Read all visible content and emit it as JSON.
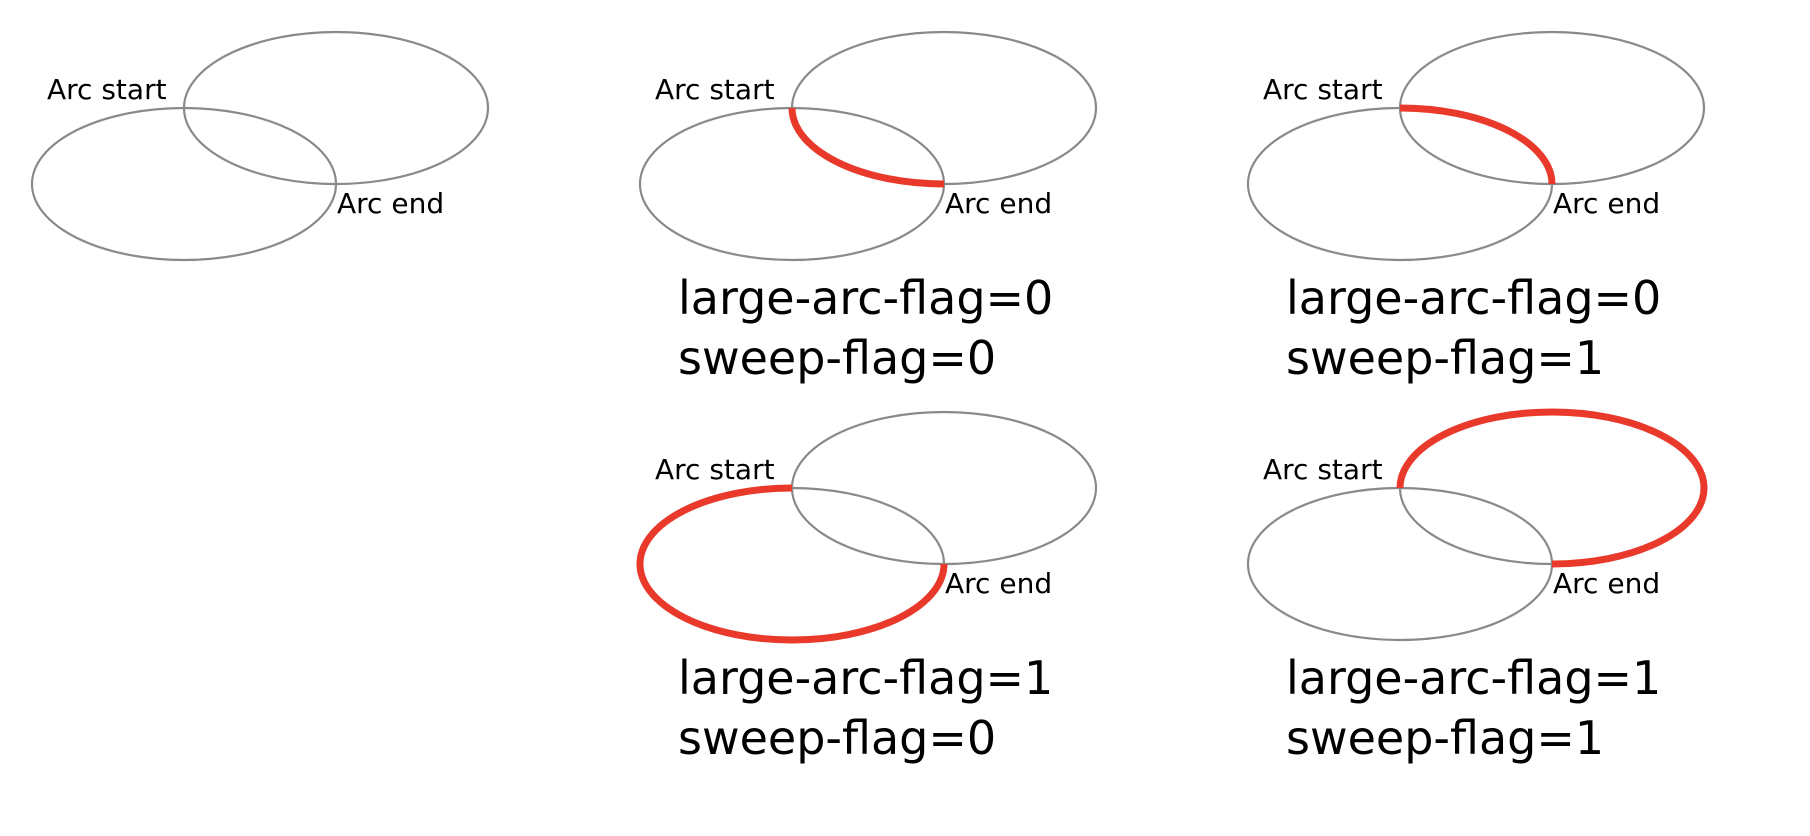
{
  "labels": {
    "arc_start": "Arc start",
    "arc_end": "Arc end"
  },
  "colors": {
    "ellipse_stroke": "#8a8a8a",
    "arc_stroke": "#e8392b",
    "text": "#000000"
  },
  "panels": [
    {
      "id": "reference",
      "large_arc_flag": null,
      "sweep_flag": null,
      "caption_line1": "",
      "caption_line2": ""
    },
    {
      "id": "la0-sw0",
      "large_arc_flag": 0,
      "sweep_flag": 0,
      "caption_line1": "large-arc-flag=0",
      "caption_line2": "sweep-flag=0"
    },
    {
      "id": "la0-sw1",
      "large_arc_flag": 0,
      "sweep_flag": 1,
      "caption_line1": "large-arc-flag=0",
      "caption_line2": "sweep-flag=1"
    },
    {
      "id": "la1-sw0",
      "large_arc_flag": 1,
      "sweep_flag": 0,
      "caption_line1": "large-arc-flag=1",
      "caption_line2": "sweep-flag=0"
    },
    {
      "id": "la1-sw1",
      "large_arc_flag": 1,
      "sweep_flag": 1,
      "caption_line1": "large-arc-flag=1",
      "caption_line2": "sweep-flag=1"
    }
  ]
}
